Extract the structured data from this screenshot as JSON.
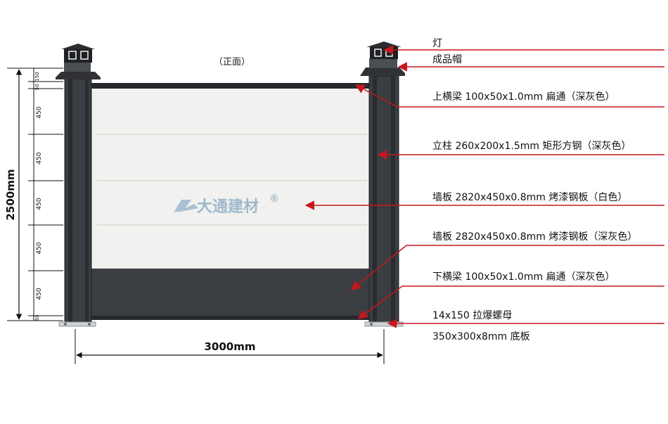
{
  "view_label": "（正面）",
  "brand": {
    "name": "大通建材",
    "mark": "®"
  },
  "dimensions": {
    "total_height": "2500mm",
    "total_width": "3000mm",
    "segments": [
      "150",
      "50",
      "450",
      "450",
      "450",
      "450",
      "450",
      "50"
    ]
  },
  "callouts": [
    {
      "id": "lamp",
      "label": "灯"
    },
    {
      "id": "cap",
      "label": "成品帽"
    },
    {
      "id": "top-beam",
      "label": "上横梁 100x50x1.0mm 扁通（深灰色）"
    },
    {
      "id": "column",
      "label": "立柱 260x200x1.5mm 矩形方钢（深灰色）"
    },
    {
      "id": "panel-white",
      "label": "墙板 2820x450x0.8mm 烤漆钢板（白色）"
    },
    {
      "id": "panel-grey",
      "label": "墙板 2820x450x0.8mm 烤漆钢板（深灰色）"
    },
    {
      "id": "bottom-beam",
      "label": "下横梁 100x50x1.0mm 扁通（深灰色）"
    },
    {
      "id": "bolt",
      "label": "14x150 拉爆螺母"
    },
    {
      "id": "base-plate",
      "label": "350x300x8mm 底板"
    }
  ],
  "colors": {
    "column": "#3a3d41",
    "column_edge": "#1e2023",
    "panel_white": "#f1f1ef",
    "panel_grey": "#3b3e42",
    "leader": "#c8161d",
    "dim_line": "#111111"
  }
}
